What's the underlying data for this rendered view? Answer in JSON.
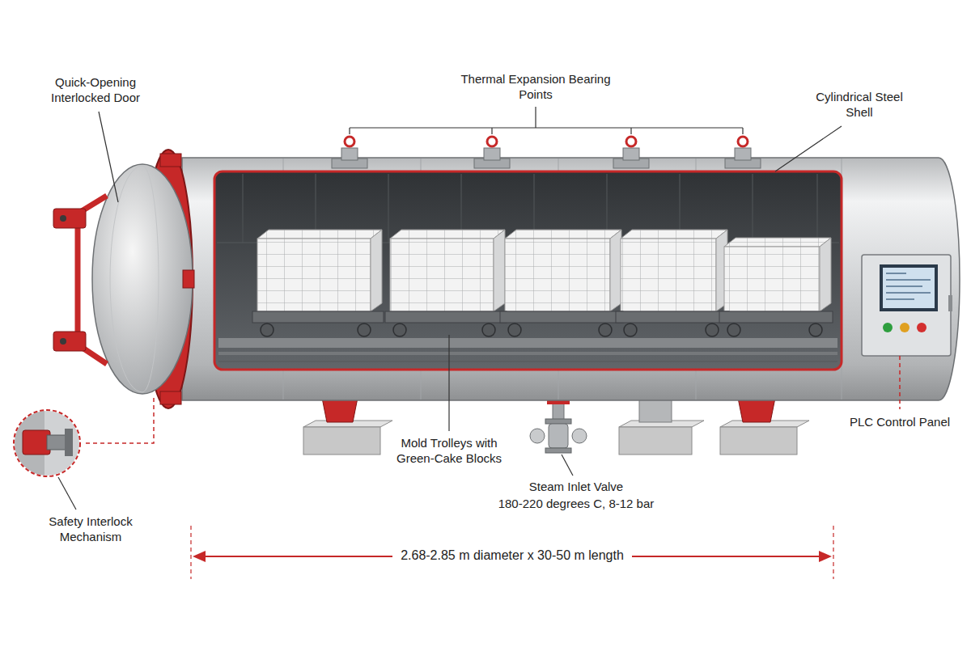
{
  "diagram": {
    "labels": [
      "Quick-Opening Interlocked Door",
      "Thermal Expansion Bearing Points",
      "Cylindrical Steel Shell",
      "Safety Interlock Mechanism",
      "Mold Trolleys with Green-Cake Blocks",
      "Steam Inlet Valve",
      "180-220 degrees C, 8-12 bar",
      "PLC Control Panel",
      "2.68-2.85 m diameter x 30-50 m length"
    ]
  }
}
